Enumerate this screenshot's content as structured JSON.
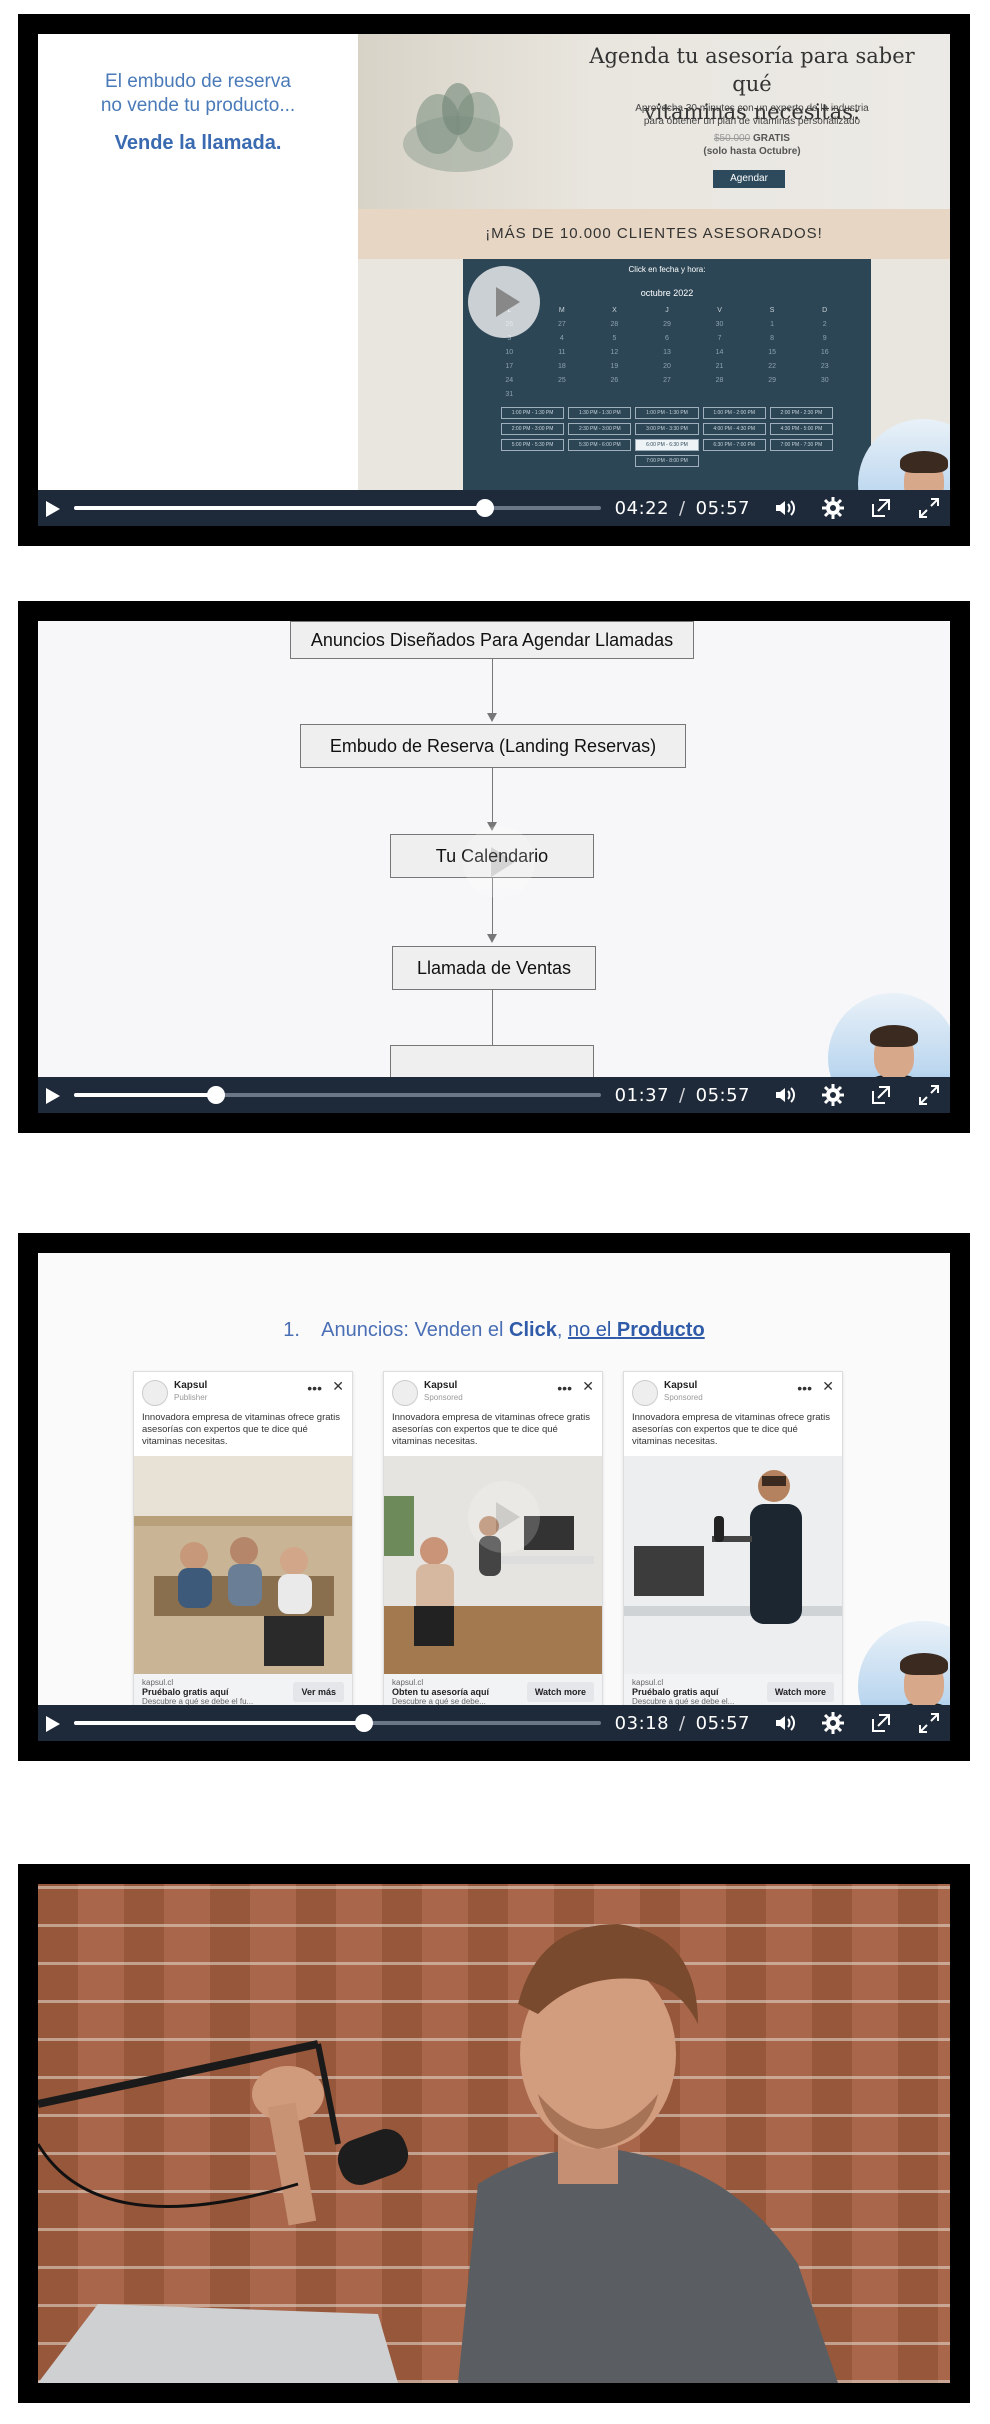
{
  "videos": [
    {
      "id": "video-1",
      "current_time": "04:22",
      "duration": "05:57",
      "progress": 0.78,
      "slide": {
        "left_line1": "El embudo de reserva",
        "left_line2": "no vende tu producto...",
        "left_emphasis": "Vende la llamada.",
        "headline_line1": "Agenda tu asesoría para saber qué",
        "headline_line2": "vitaminas necesitas:",
        "sub_line1": "Aprovecha 30 minutos con un experto de la industria",
        "sub_line2": "para obtener un plan de vitaminas personalizado",
        "old_price": "$50.000",
        "free": "GRATIS",
        "until": "(solo hasta Octubre)",
        "cta": "Agendar",
        "band": "¡MÁS DE 10.000 CLIENTES ASESORADOS!",
        "calendar_title": "Click en fecha y hora:",
        "calendar_month": "octubre 2022",
        "weekdays": [
          "L",
          "M",
          "X",
          "J",
          "V",
          "S",
          "D"
        ],
        "days": [
          "26",
          "27",
          "28",
          "29",
          "30",
          "1",
          "2",
          "3",
          "4",
          "5",
          "6",
          "7",
          "8",
          "9",
          "10",
          "11",
          "12",
          "13",
          "14",
          "15",
          "16",
          "17",
          "18",
          "19",
          "20",
          "21",
          "22",
          "23",
          "24",
          "25",
          "26",
          "27",
          "28",
          "29",
          "30",
          "31",
          "",
          "",
          "",
          "",
          "",
          ""
        ],
        "slots": [
          "1:00 PM - 1:30 PM",
          "1:30 PM - 1:30 PM",
          "1:00 PM - 1:30 PM",
          "1:00 PM - 2:00 PM",
          "2:00 PM - 2:30 PM",
          "2:00 PM - 3:00 PM",
          "2:30 PM - 3:00 PM",
          "3:00 PM - 3:30 PM",
          "4:00 PM - 4:30 PM",
          "4:30 PM - 5:00 PM",
          "5:00 PM - 5:30 PM",
          "5:30 PM - 6:00 PM",
          "6:00 PM - 6:30 PM",
          "6:30 PM - 7:00 PM",
          "7:00 PM - 7:30 PM",
          "",
          "",
          "7:00 PM - 8:00 PM",
          "",
          ""
        ]
      }
    },
    {
      "id": "video-2",
      "current_time": "01:37",
      "duration": "05:57",
      "progress": 0.27,
      "flow": [
        "Anuncios Diseñados Para Agendar Llamadas",
        "Embudo de Reserva (Landing Reservas)",
        "Tu Calendario",
        "Llamada de Ventas"
      ]
    },
    {
      "id": "video-3",
      "current_time": "03:18",
      "duration": "05:57",
      "progress": 0.55,
      "title_num": "1.",
      "title_pre": "Anuncios: Venden el ",
      "title_bold": "Click",
      "title_mid": ", ",
      "title_link_pre": "no el ",
      "title_link_bold": "Producto",
      "ads": [
        {
          "page": "Kapsul",
          "tag": "Publisher",
          "copy": "Innovadora empresa de vitaminas ofrece gratis asesorías con expertos que te dice qué vitaminas necesitas.",
          "domain": "kapsul.cl",
          "headline": "Pruébalo gratis aquí",
          "desc": "Descubre a qué se debe el fu...",
          "button": "Ver más"
        },
        {
          "page": "Kapsul",
          "tag": "Sponsored",
          "copy": "Innovadora empresa de vitaminas ofrece gratis asesorías con expertos que te dice qué vitaminas necesitas.",
          "domain": "kapsul.cl",
          "headline": "Obten tu asesoría aquí",
          "desc": "Descubre a qué se debe...",
          "button": "Watch more"
        },
        {
          "page": "Kapsul",
          "tag": "Sponsored",
          "copy": "Innovadora empresa de vitaminas ofrece gratis asesorías con expertos que te dice qué vitaminas necesitas.",
          "domain": "kapsul.cl",
          "headline": "Pruébalo gratis aquí",
          "desc": "Descubre a qué se debe el...",
          "button": "Watch more"
        }
      ]
    },
    {
      "id": "video-4"
    }
  ],
  "colors": {
    "frame": "#000000",
    "controls_bg": "#1e2a3a",
    "accent_blue": "#3a6ab0"
  }
}
